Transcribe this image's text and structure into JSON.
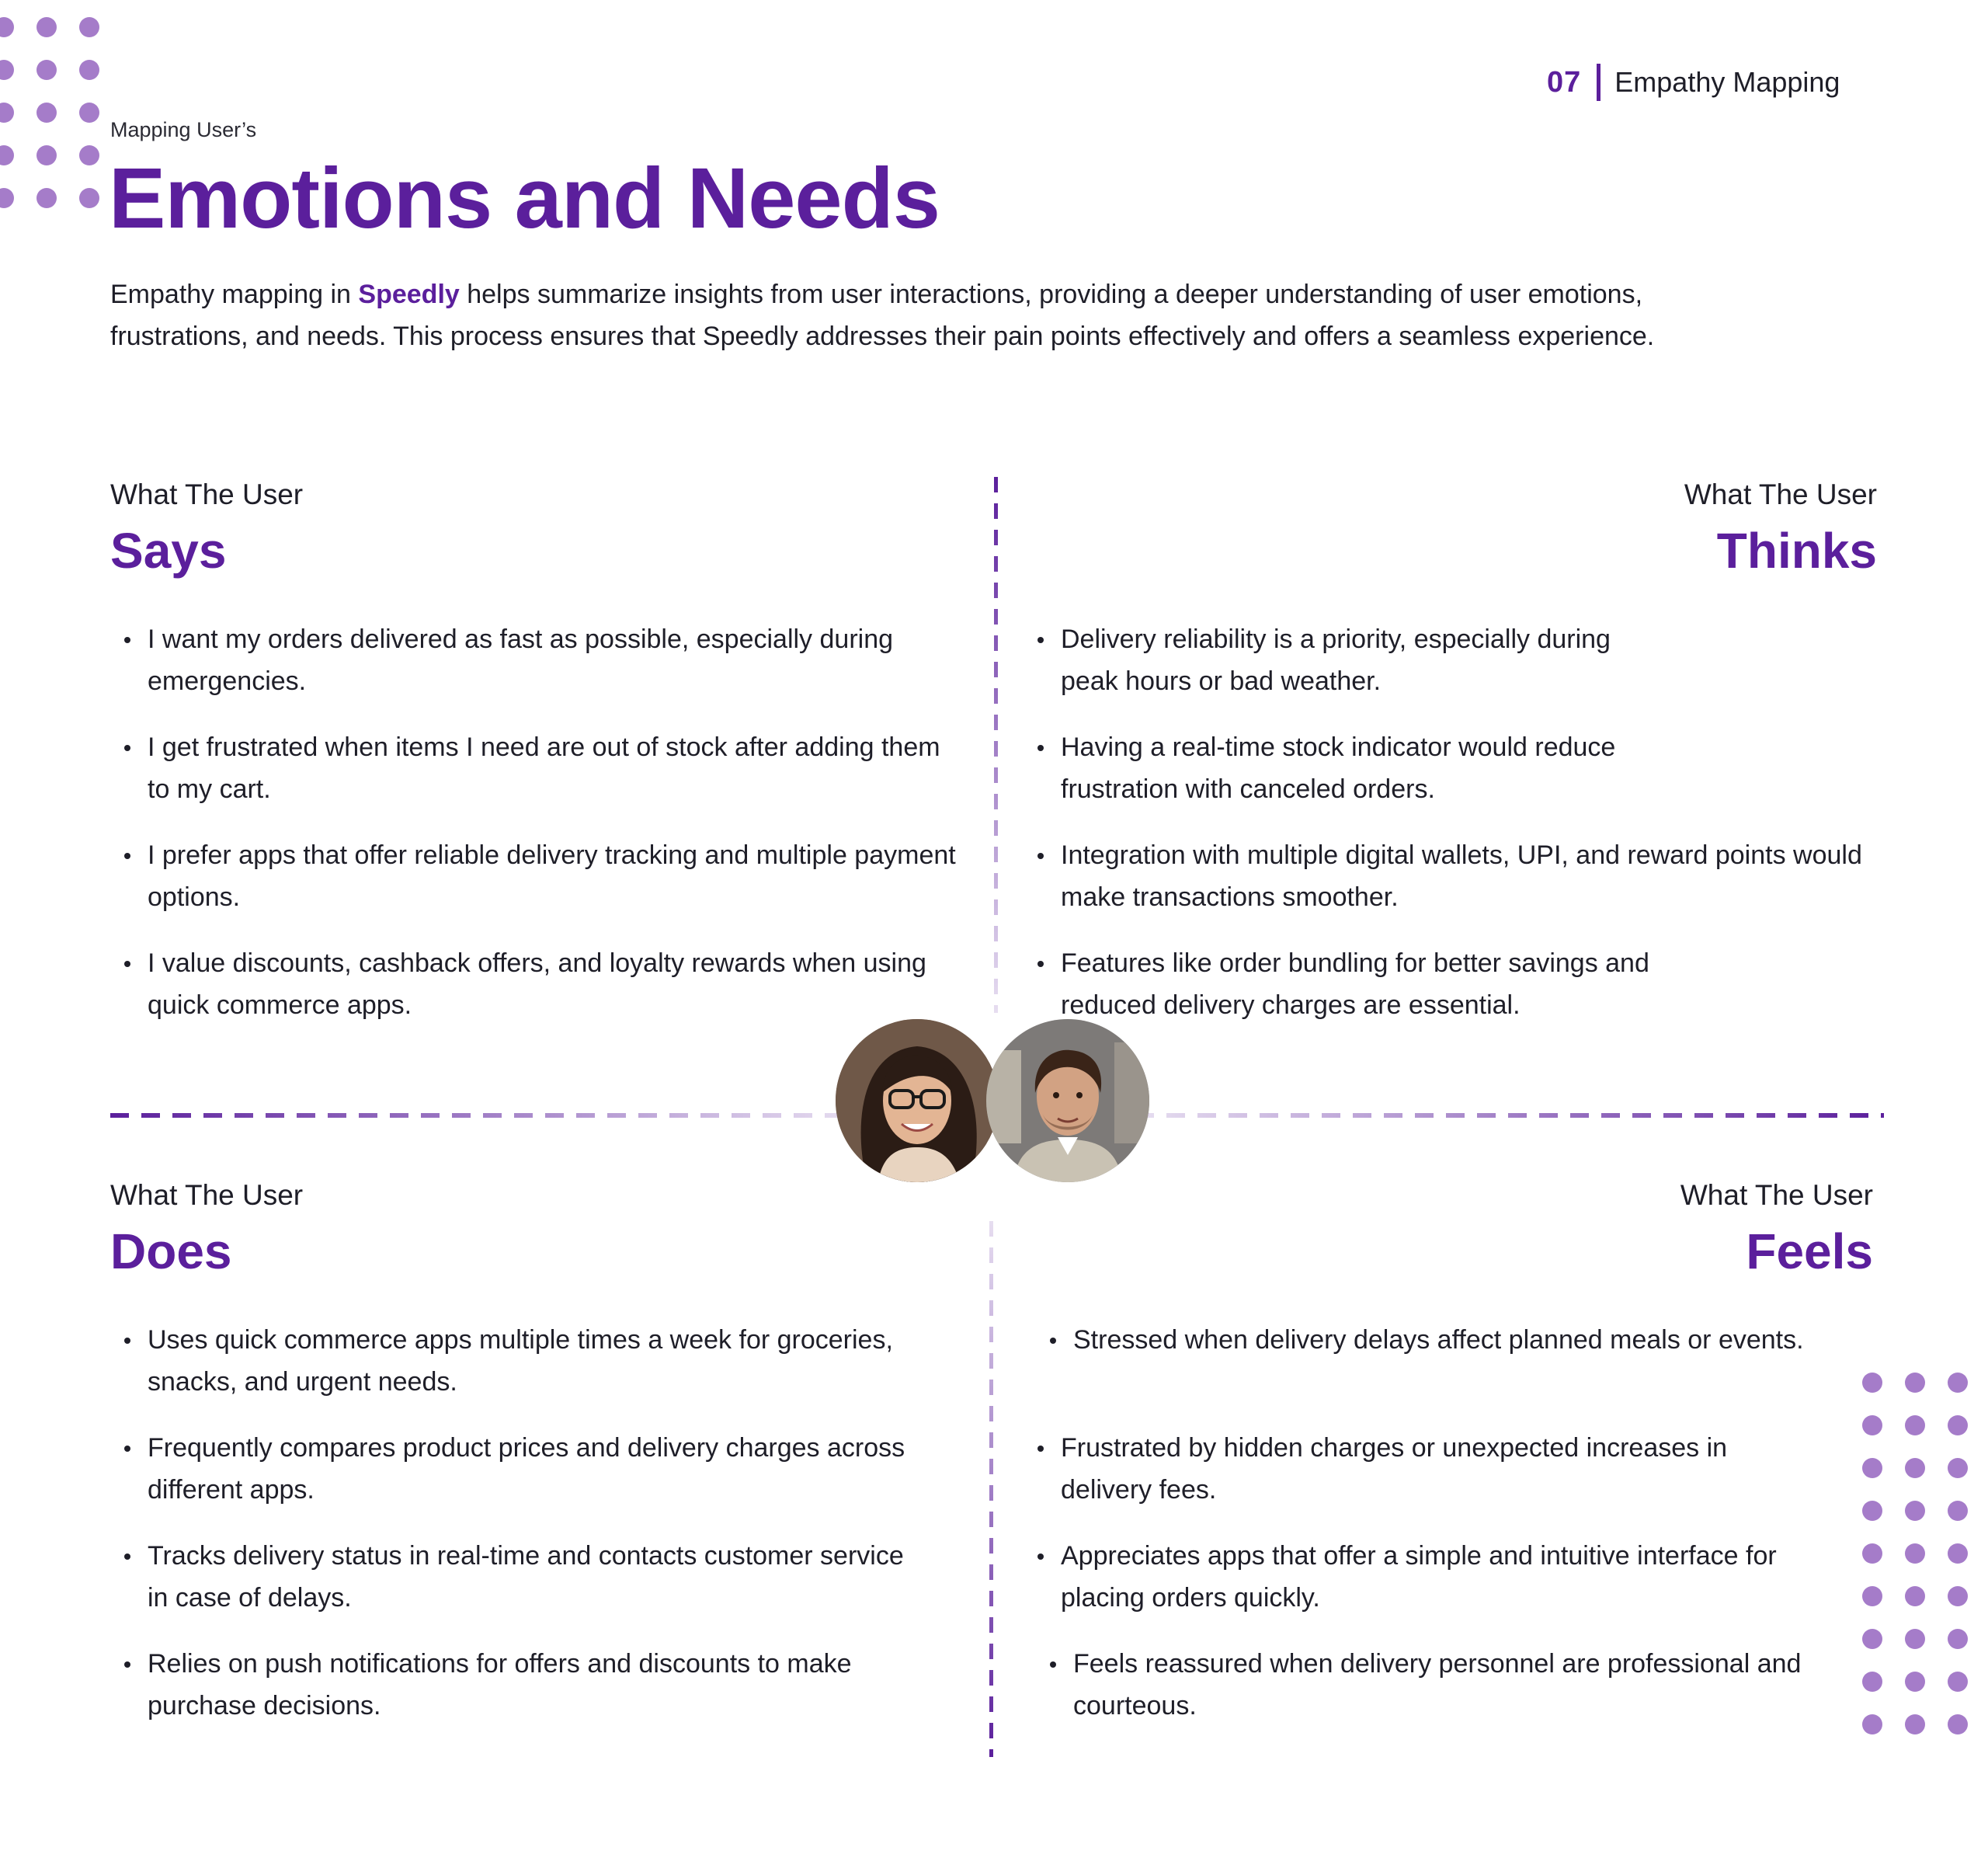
{
  "header": {
    "section_number": "07",
    "section_title": "Empathy Mapping"
  },
  "intro": {
    "kicker": "Mapping User’s",
    "headline": "Emotions and Needs",
    "body_prefix": "Empathy mapping in ",
    "brand": "Speedly",
    "body_suffix": " helps summarize insights from user interactions, providing a deeper understanding of user emotions, frustrations, and needs. This process ensures that Speedly addresses their pain points effectively and offers a seamless experience."
  },
  "quadrants": {
    "says": {
      "label": "What The User",
      "title": "Says",
      "items": [
        "I want my orders delivered as fast as possible, especially during emergencies.",
        "I get frustrated when items I need are out of stock after adding them to my cart.",
        "I prefer apps that offer reliable delivery tracking and multiple payment options.",
        "I value discounts, cashback offers, and loyalty rewards when using quick commerce apps."
      ]
    },
    "thinks": {
      "label": "What The User",
      "title": "Thinks",
      "items": [
        "Delivery reliability is a priority, especially during peak hours or bad weather.",
        "Having a real-time stock indicator would reduce frustration with canceled orders.",
        "Integration with multiple digital wallets, UPI, and reward points would make transactions smoother.",
        "Features like order bundling for better savings and reduced delivery charges are essential."
      ]
    },
    "does": {
      "label": "What The User",
      "title": "Does",
      "items": [
        "Uses quick commerce apps multiple times a week for groceries, snacks, and urgent needs.",
        "Frequently compares product prices and delivery charges across different apps.",
        "Tracks delivery status in real-time and contacts customer service in case of delays.",
        "Relies on push notifications for offers and discounts to make purchase decisions."
      ]
    },
    "feels": {
      "label": "What The User",
      "title": "Feels",
      "items": [
        "Stressed when delivery delays affect planned meals or events.",
        "Frustrated by hidden charges or unexpected increases in delivery fees.",
        "Appreciates apps that offer a simple and intuitive interface for placing orders quickly.",
        "Feels reassured when delivery personnel are professional and courteous."
      ]
    }
  },
  "colors": {
    "accent": "#5b1f9c",
    "dots": "#a57cc9",
    "text": "#1e1e28"
  },
  "icons": [
    "persona-avatar-female",
    "persona-avatar-male"
  ]
}
